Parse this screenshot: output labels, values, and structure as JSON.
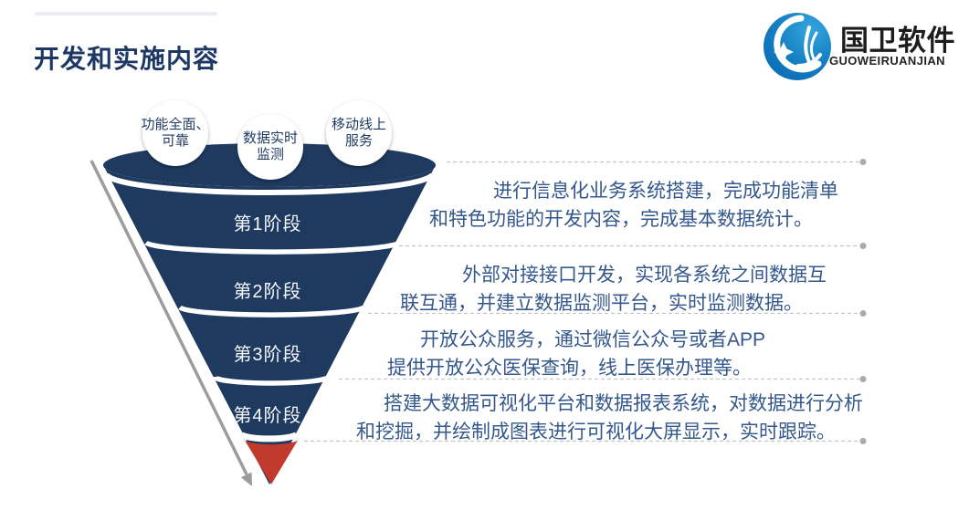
{
  "header": {
    "title": "开发和实施内容"
  },
  "logo": {
    "name_cn": "国卫软件",
    "name_en": "GUOWEIRUANJIAN",
    "icon": "blue-circle-swoosh-star",
    "icon_blue_light": "#35a5dc",
    "icon_blue_dark": "#0b6bb4"
  },
  "funnel": {
    "type": "funnel-diagram",
    "colors": {
      "navy": "#1f3a5f",
      "red": "#c13a2b",
      "text_blue": "#34588c",
      "dashed_gray": "#c3c3c3",
      "arrow_gray": "#9c9c9c"
    },
    "bubbles": [
      {
        "lines": [
          "功能全面、",
          "可靠"
        ]
      },
      {
        "lines": [
          "数据实时",
          "监测"
        ]
      },
      {
        "lines": [
          "移动线上",
          "服务"
        ]
      }
    ],
    "stages": [
      {
        "label": "第1阶段",
        "desc_lines": [
          "进行信息化业务系统搭建，完成功能清单",
          "和特色功能的开发内容，完成基本数据统计。"
        ]
      },
      {
        "label": "第2阶段",
        "desc_lines": [
          "外部对接接口开发，实现各系统之间数据互",
          "联互通，并建立数据监测平台，实时监测数据。"
        ]
      },
      {
        "label": "第3阶段",
        "desc_lines": [
          "开放公众服务，通过微信公众号或者APP",
          "提供开放公众医保查询，线上医保办理等。"
        ]
      },
      {
        "label": "第4阶段",
        "desc_lines": [
          "搭建大数据可视化平台和数据报表系统，对数据进行分析",
          "和挖掘，并绘制成图表进行可视化大屏显示，实时跟踪。"
        ]
      }
    ]
  }
}
